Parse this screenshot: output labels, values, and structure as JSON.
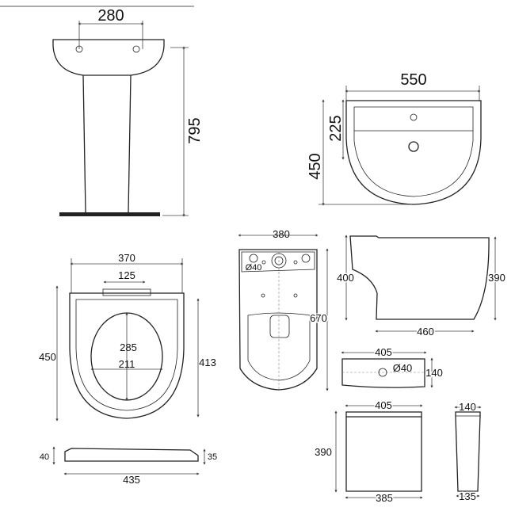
{
  "pedestal_basin": {
    "width": "280",
    "height": "795"
  },
  "wall_basin": {
    "width": "550",
    "bowl_depth": "225",
    "depth": "450"
  },
  "toilet_seat": {
    "width": "370",
    "hinge_width": "125",
    "opening_length": "285",
    "opening_width": "211",
    "length": "450",
    "inner_length": "413",
    "rear_height": "40",
    "front_height": "35",
    "side_length": "435"
  },
  "toilet_pan_top": {
    "width": "380",
    "hole_diameter": "Ø40",
    "length": "670"
  },
  "toilet_pan_side": {
    "rear_height": "400",
    "front_height": "390",
    "base_length": "460"
  },
  "cistern_top": {
    "width": "405",
    "hole_diameter": "Ø40",
    "depth": "140"
  },
  "cistern_front": {
    "top_width": "405",
    "height": "390",
    "bottom_width": "385"
  },
  "cistern_side": {
    "top_depth": "140",
    "bottom_depth": "135"
  }
}
